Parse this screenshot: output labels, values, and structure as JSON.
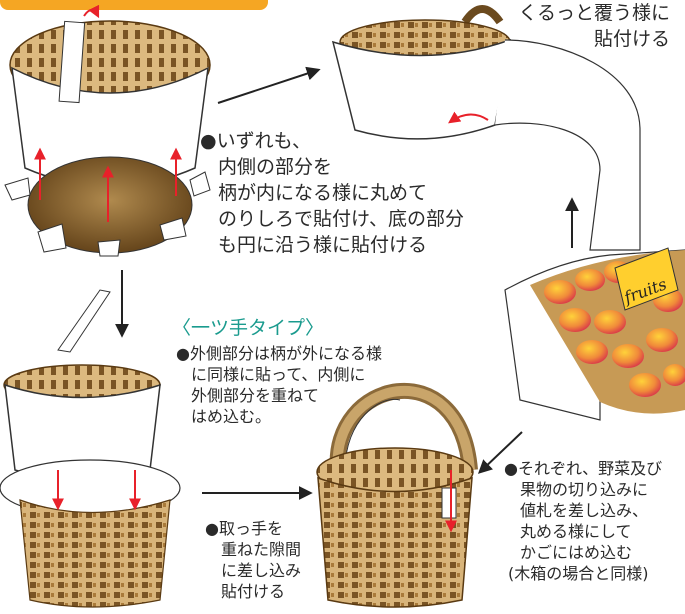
{
  "callout_top_right": {
    "lines": [
      "くるっと覆う様に",
      "貼付ける"
    ]
  },
  "step_main": {
    "bullet": "●",
    "lines": [
      "いずれも、",
      "内側の部分を",
      "柄が内になる様に丸めて",
      "のりしろで貼付け、底の部分",
      "も円に沿う様に貼付ける"
    ]
  },
  "one_handle": {
    "heading": "〈一ツ手タイプ〉",
    "bullet": "●",
    "lines": [
      "外側部分は柄が外になる様",
      "に同様に貼って、内側に",
      "外側部分を重ねて",
      "はめ込む。"
    ]
  },
  "handle_step": {
    "bullet": "●",
    "lines": [
      "取っ手を",
      "重ねた隙間",
      "に差し込み",
      "貼付ける"
    ]
  },
  "produce_step": {
    "bullet": "●",
    "lines": [
      "それぞれ、野菜及び",
      "果物の切り込みに",
      "値札を差し込み、",
      "丸める様にして",
      "かごにはめ込む",
      "(木箱の場合と同様)"
    ]
  },
  "price_tag": {
    "text": "fruits"
  },
  "colors": {
    "accent_orange": "#f5a623",
    "arrow_red": "#e8212a",
    "heading_teal": "#1a9b8e",
    "weave_tan": "#c9a063",
    "weave_dark": "#6b4a1e"
  }
}
